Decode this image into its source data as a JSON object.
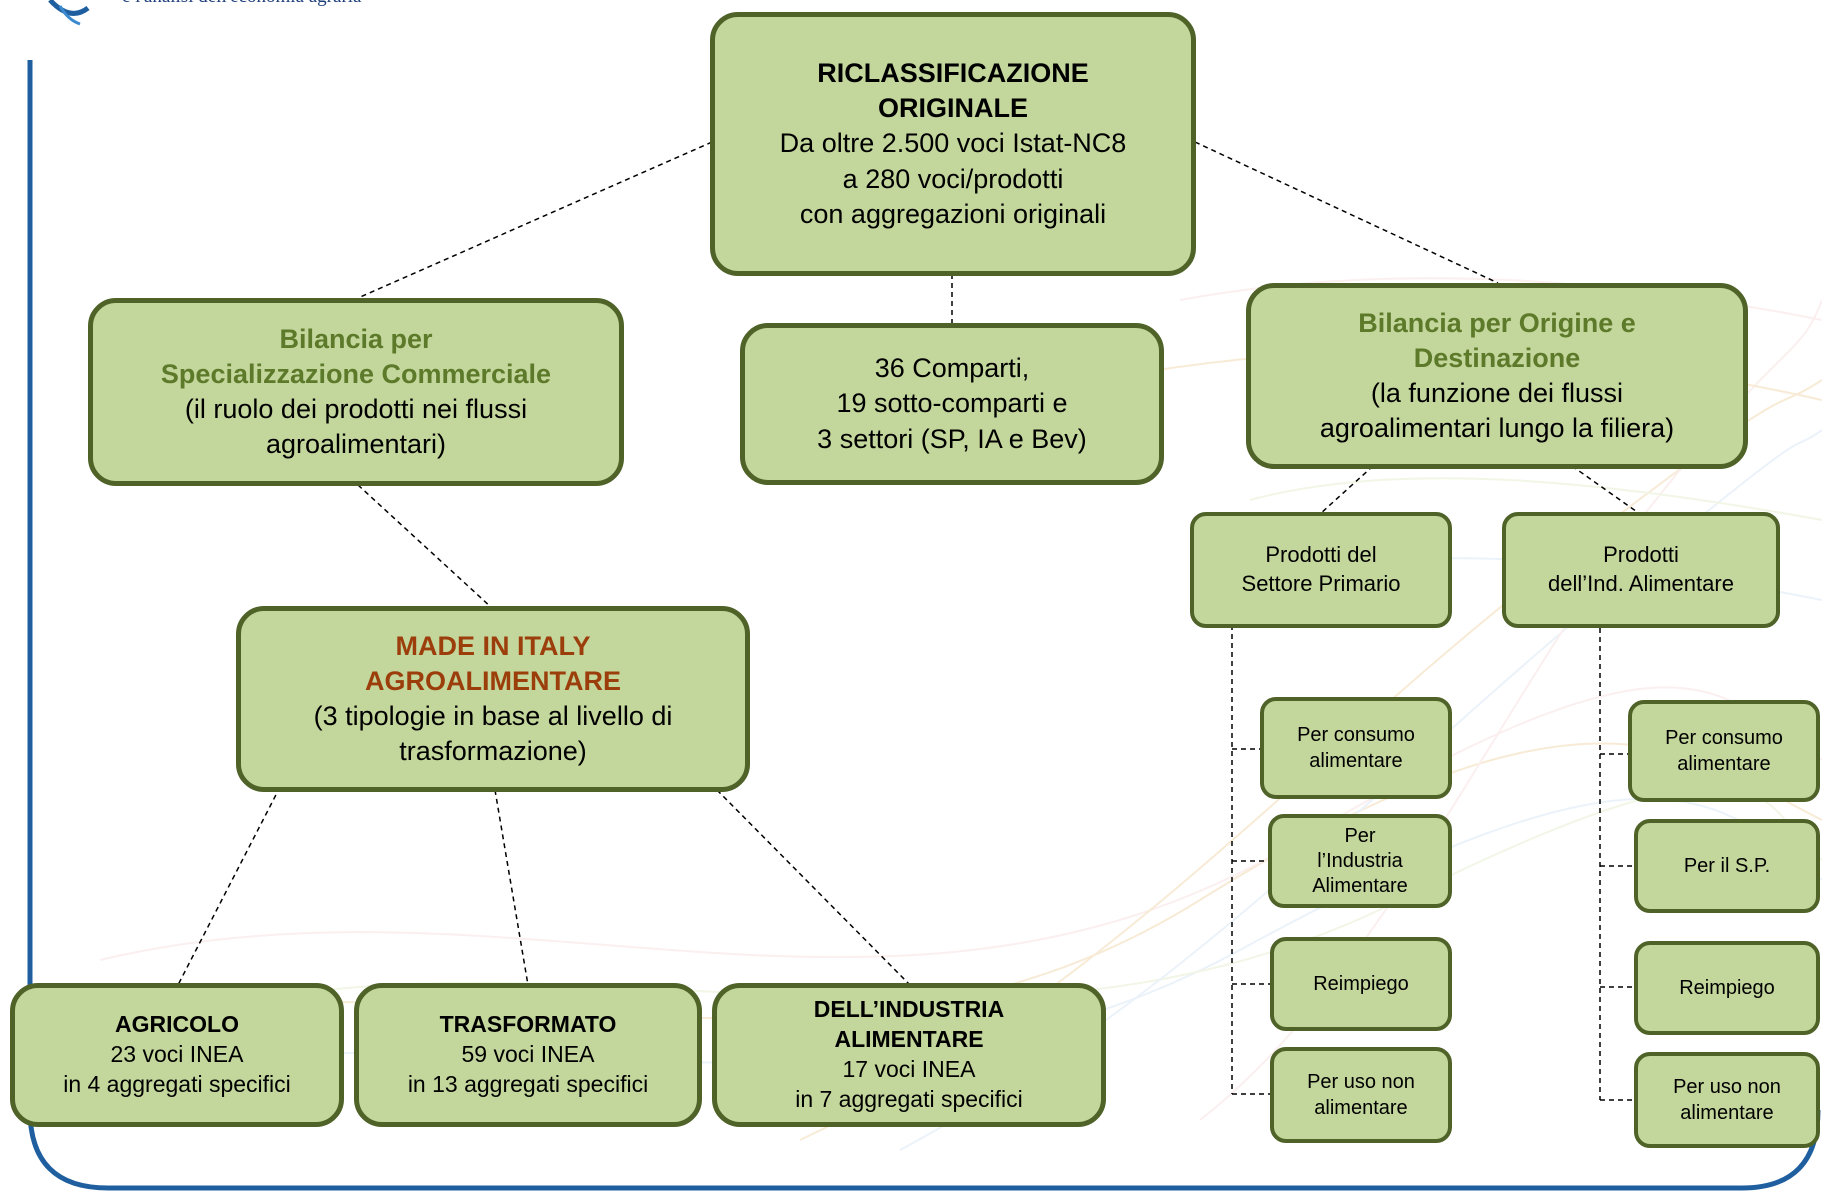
{
  "header": {
    "org_subtitle": "e l'analisi dell'economia agraria"
  },
  "colors": {
    "box_fill": "#c3d69b",
    "box_border": "#4f6228",
    "title_green": "#5c7a2a",
    "title_brown": "#9c3e0c",
    "frame_blue": "#1f5fa0"
  },
  "root": {
    "title1": "RICLASSIFICAZIONE",
    "title2": "ORIGINALE",
    "line1": "Da oltre 2.500 voci Istat-NC8",
    "line2": "a 280 voci/prodotti",
    "line3": "con aggregazioni originali"
  },
  "left": {
    "title1": "Bilancia per",
    "title2": "Specializzazione Commerciale",
    "line1": "(il ruolo dei prodotti nei flussi",
    "line2": "agroalimentari)"
  },
  "center": {
    "line1": "36 Comparti,",
    "line2": "19 sotto-comparti  e",
    "line3": "3 settori (SP, IA e Bev)"
  },
  "right": {
    "title1": "Bilancia per Origine e",
    "title2": "Destinazione",
    "line1": "(la funzione dei flussi",
    "line2": "agroalimentari lungo la filiera)"
  },
  "made": {
    "title1": "MADE IN ITALY",
    "title2": "AGROALIMENTARE",
    "line1": "(3 tipologie in base al livello di",
    "line2": "trasformazione)"
  },
  "bottom": [
    {
      "title": "AGRICOLO",
      "line1": "23 voci INEA",
      "line2": "in 4 aggregati specifici"
    },
    {
      "title": "TRASFORMATO",
      "line1": "59 voci INEA",
      "line2": "in 13 aggregati specifici"
    },
    {
      "title1": "DELL’INDUSTRIA",
      "title2": "ALIMENTARE",
      "line1": "17 voci INEA",
      "line2": "in 7 aggregati specifici"
    }
  ],
  "primario": {
    "line1": "Prodotti del",
    "line2": "Settore  Primario"
  },
  "industria": {
    "line1": "Prodotti",
    "line2": "dell’Ind. Alimentare"
  },
  "primario_dest": [
    {
      "line1": "Per consumo",
      "line2": "alimentare"
    },
    {
      "line1": "Per",
      "line2": "l’Industria",
      "line3": "Alimentare"
    },
    {
      "line1": "Reimpiego"
    },
    {
      "line1": "Per uso non",
      "line2": "alimentare"
    }
  ],
  "industria_dest": [
    {
      "line1": "Per consumo",
      "line2": "alimentare"
    },
    {
      "line1": "Per il S.P."
    },
    {
      "line1": "Reimpiego"
    },
    {
      "line1": "Per uso non",
      "line2": "alimentare"
    }
  ]
}
